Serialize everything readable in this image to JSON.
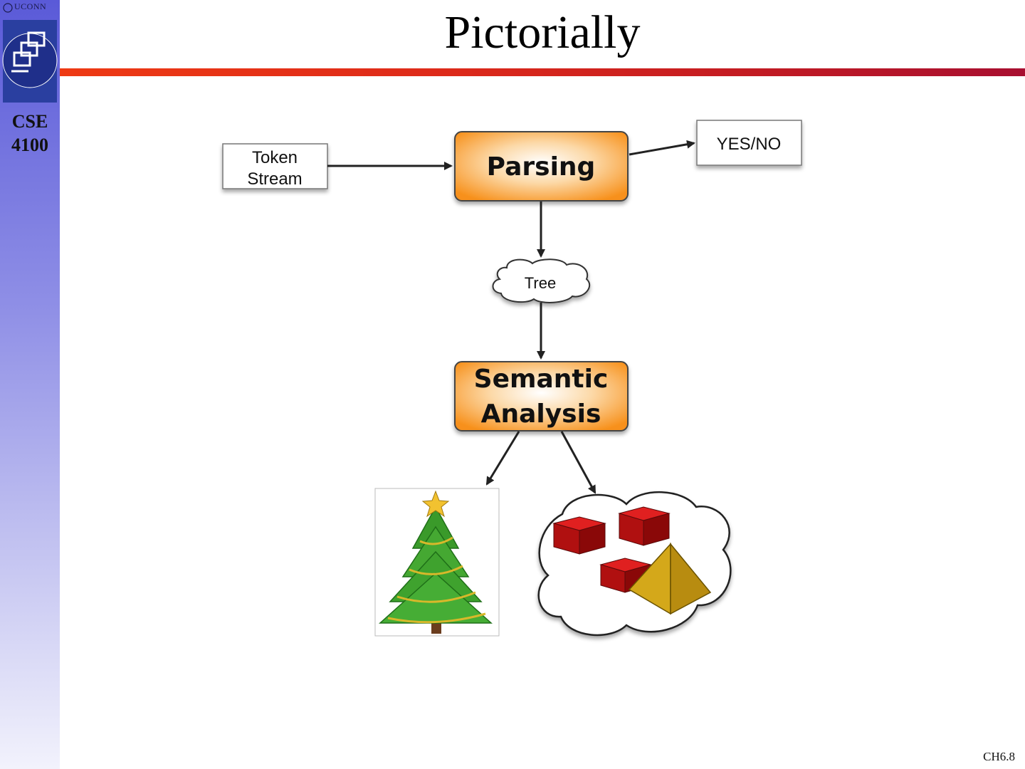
{
  "header": {
    "university_logo_text": "UCONN",
    "course_code": "CSE",
    "course_number": "4100",
    "title": "Pictorially"
  },
  "diagram": {
    "token_stream_line1": "Token",
    "token_stream_line2": "Stream",
    "parsing": "Parsing",
    "yes_no": "YES/NO",
    "tree": "Tree",
    "semantic_line1": "Semantic",
    "semantic_line2": "Analysis",
    "colors": {
      "orange": "#f7941d",
      "box_border": "#555555",
      "arrow": "#222222"
    }
  },
  "footer": {
    "page_number": "CH6.8"
  }
}
